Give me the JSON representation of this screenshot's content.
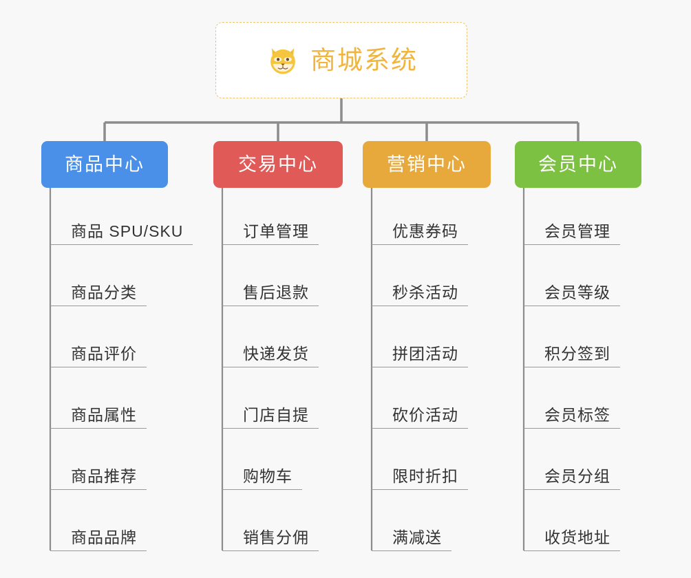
{
  "diagram": {
    "type": "org-chart",
    "background_color": "#f8f8f8",
    "root": {
      "title": "商城系统",
      "icon": "shiba-dog-face-icon",
      "text_color": "#f1b43c",
      "border_color": "#eec469",
      "fill_color": "#ffffff"
    },
    "connector_color": "#8c8c8c",
    "branches": [
      {
        "label": "商品中心",
        "color": "#4a90e8",
        "items": [
          "商品 SPU/SKU",
          "商品分类",
          "商品评价",
          "商品属性",
          "商品推荐",
          "商品品牌"
        ]
      },
      {
        "label": "交易中心",
        "color": "#e05a58",
        "items": [
          "订单管理",
          "售后退款",
          "快递发货",
          "门店自提",
          "购物车",
          "销售分佣"
        ]
      },
      {
        "label": "营销中心",
        "color": "#e8a93c",
        "items": [
          "优惠券码",
          "秒杀活动",
          "拼团活动",
          "砍价活动",
          "限时折扣",
          "满减送"
        ]
      },
      {
        "label": "会员中心",
        "color": "#7cc142",
        "items": [
          "会员管理",
          "会员等级",
          "积分签到",
          "会员标签",
          "会员分组",
          "收货地址"
        ]
      }
    ]
  }
}
